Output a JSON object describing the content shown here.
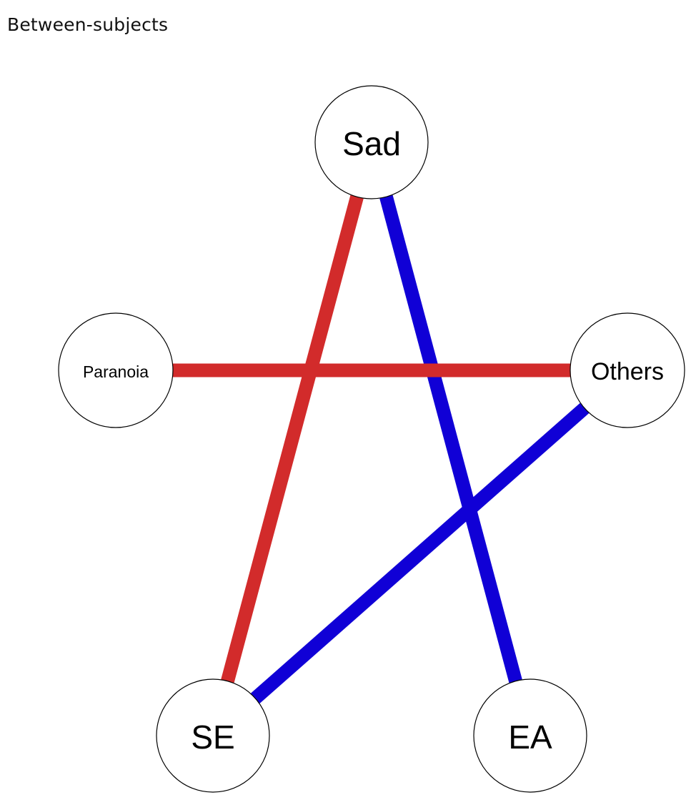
{
  "title": "Between-subjects",
  "colors": {
    "positive": "#1000d6",
    "negative": "#d22b2b"
  },
  "nodes": [
    {
      "id": "sad",
      "label": "Sad"
    },
    {
      "id": "paranoia",
      "label": "Paranoia"
    },
    {
      "id": "others",
      "label": "Others"
    },
    {
      "id": "se",
      "label": "SE"
    },
    {
      "id": "ea",
      "label": "EA"
    }
  ],
  "edges": [
    {
      "from": "sad",
      "to": "se",
      "sign": "negative"
    },
    {
      "from": "sad",
      "to": "ea",
      "sign": "positive"
    },
    {
      "from": "paranoia",
      "to": "others",
      "sign": "negative"
    },
    {
      "from": "others",
      "to": "se",
      "sign": "positive"
    }
  ]
}
